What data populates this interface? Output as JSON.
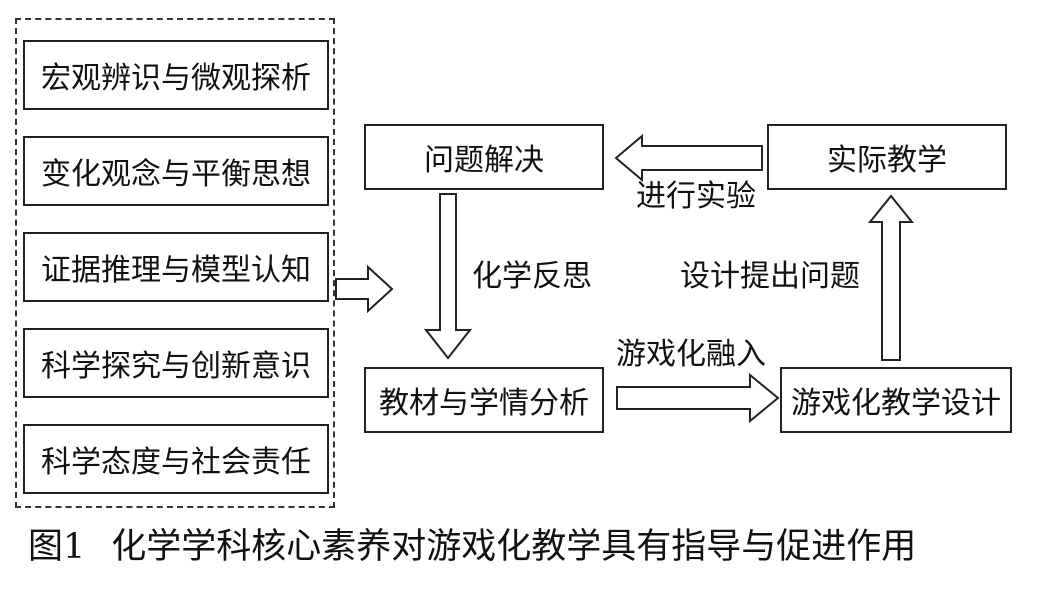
{
  "competencies": [
    "宏观辨识与微观探析",
    "变化观念与平衡思想",
    "证据推理与模型认知",
    "科学探究与创新意识",
    "科学态度与社会责任"
  ],
  "nodes": {
    "problem_solving": "问题解决",
    "actual_teaching": "实际教学",
    "material_analysis": "教材与学情分析",
    "game_design": "游戏化教学设计"
  },
  "edges": {
    "conduct_experiment": "进行实验",
    "chemistry_reflection": "化学反思",
    "design_questions": "设计提出问题",
    "gamification_integration": "游戏化融入"
  },
  "caption": {
    "figure_number": "图1",
    "text": "化学学科核心素养对游戏化教学具有指导与促进作用"
  }
}
